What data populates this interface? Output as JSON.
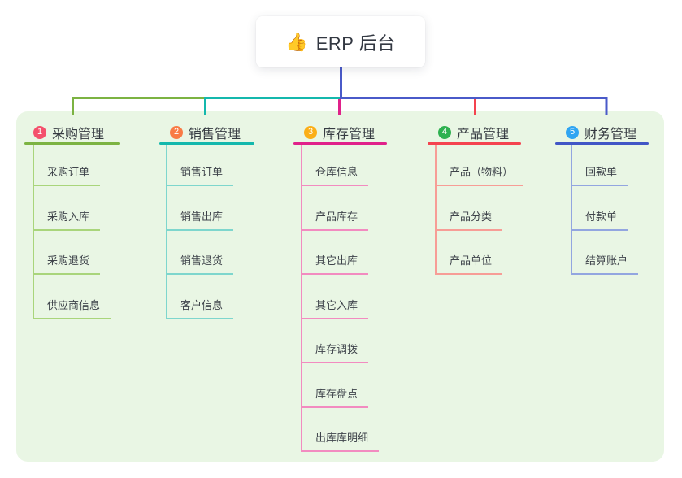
{
  "root": {
    "icon": "👍",
    "title": "ERP 后台"
  },
  "panel": {
    "background": "#e9f6e4"
  },
  "lines": {
    "root_color": "#4a5ac9"
  },
  "branches": [
    {
      "num": "1",
      "label": "采购管理",
      "color": "#7cb342",
      "light": "#a9d57b",
      "badge": "#f4516c",
      "children": [
        "采购订单",
        "采购入库",
        "采购退货",
        "供应商信息"
      ]
    },
    {
      "num": "2",
      "label": "销售管理",
      "color": "#14b8ad",
      "light": "#7ed6cd",
      "badge": "#f97b45",
      "children": [
        "销售订单",
        "销售出库",
        "销售退货",
        "客户信息"
      ]
    },
    {
      "num": "3",
      "label": "库存管理",
      "color": "#e0218a",
      "light": "#f28bc0",
      "badge": "#fbae17",
      "children": [
        "仓库信息",
        "产品库存",
        "其它出库",
        "其它入库",
        "库存调拨",
        "库存盘点",
        "出库库明细"
      ]
    },
    {
      "num": "4",
      "label": "产品管理",
      "color": "#f4434f",
      "light": "#f79d96",
      "badge": "#2eb150",
      "children": [
        "产品（物料）",
        "产品分类",
        "产品单位"
      ]
    },
    {
      "num": "5",
      "label": "财务管理",
      "color": "#4156c6",
      "light": "#93a6e0",
      "badge": "#30a5f2",
      "children": [
        "回款单",
        "付款单",
        "结算账户"
      ]
    }
  ]
}
